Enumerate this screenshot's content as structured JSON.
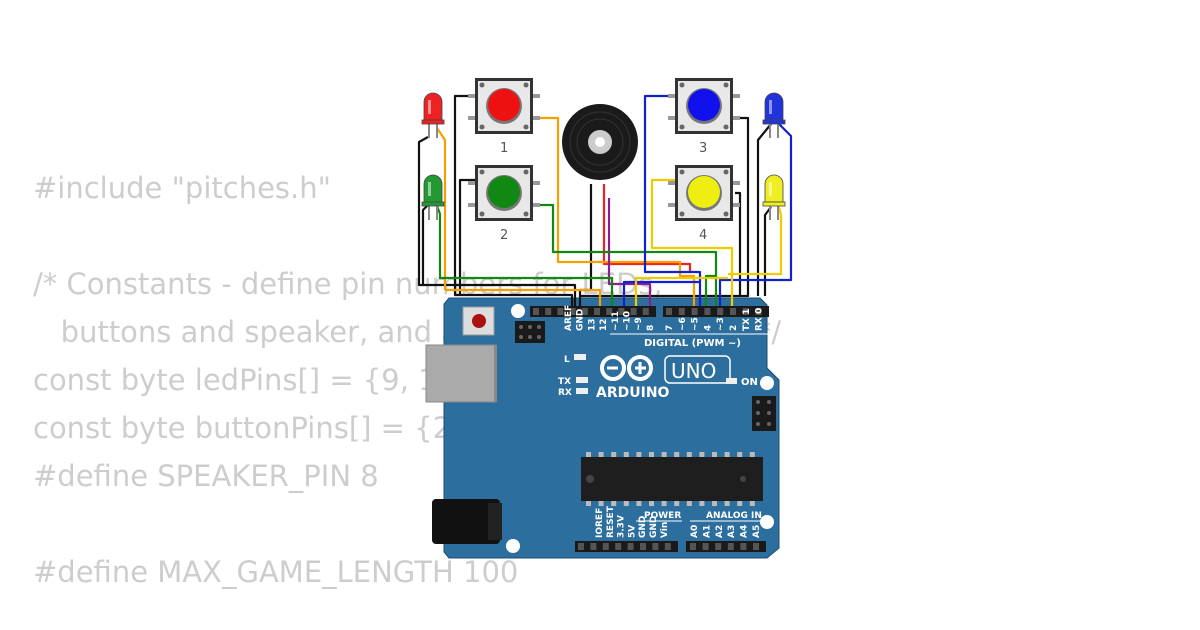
{
  "code_lines": [
    "#include \"pitches.h\"",
    "",
    "/* Constants - define pin numbers for LEDs,",
    "   buttons and speaker, and also the game tones: */",
    "const byte ledPins[] = {9, 10, 11, 12};",
    "const byte buttonPins[] = {2, 3, 4, 5};",
    "#define SPEAKER_PIN 8",
    "",
    "#define MAX_GAME_LENGTH 100"
  ],
  "buttons": [
    {
      "label": "1",
      "color": "#ee1111"
    },
    {
      "label": "2",
      "color": "#118811"
    },
    {
      "label": "3",
      "color": "#1111ee"
    },
    {
      "label": "4",
      "color": "#eeee11"
    }
  ],
  "leds": {
    "red": "#ee2222",
    "green": "#229933",
    "blue": "#2233dd",
    "yellow": "#eeee22"
  },
  "wire_colors": {
    "black": "#111111",
    "orange": "#f5a000",
    "green": "#118811",
    "purple": "#8a2090",
    "blue": "#1122cc",
    "yellow": "#eecc00",
    "red": "#ee2222"
  },
  "board": {
    "color": "#2c6e9e",
    "brand": "ARDUINO",
    "model": "UNO",
    "digital_label": "DIGITAL (PWM ~)",
    "power_label": "POWER",
    "analog_label": "ANALOG IN",
    "on_label": "ON",
    "l_label": "L",
    "tx_label": "TX",
    "rx_label": "RX",
    "header_left_labels": [
      "AREF",
      "GND",
      "13",
      "12",
      "~11",
      "~10",
      "~9",
      "8"
    ],
    "header_right_labels": [
      "7",
      "~6",
      "~5",
      "4",
      "~3",
      "2",
      "TX 1",
      "RX 0"
    ],
    "power_pin_labels": [
      "IOREF",
      "RESET",
      "3.3V",
      "5V",
      "GND",
      "GND",
      "Vin"
    ],
    "analog_pin_labels": [
      "A0",
      "A1",
      "A2",
      "A3",
      "A4",
      "A5"
    ]
  }
}
